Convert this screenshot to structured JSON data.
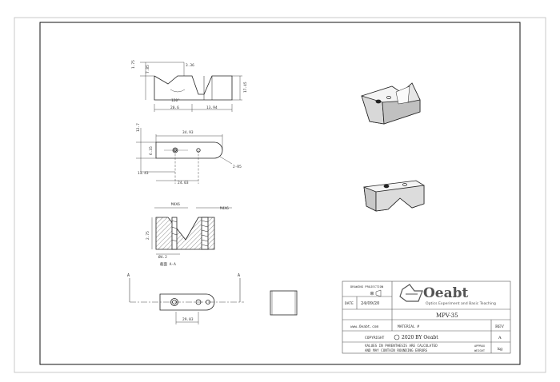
{
  "drawing": {
    "part_number": "MPV-35",
    "date_label": "DATE",
    "date": "24/09/20",
    "projection_label": "DRAWING PROJECTION",
    "website": "www.Oeabt.com",
    "material_label": "MATERIAL #",
    "rev_label": "REV",
    "rev_value": "A",
    "copyright": "COPYRIGHT",
    "copyright_owner": "2020 BY Oeabt",
    "note_line1": "VALUES IN PARENTHESIS ARE CALCULATED",
    "note_line2": "AND MAY CONTAIN ROUNDING ERRORS",
    "approx_weight_label_1": "APPROX",
    "approx_weight_label_2": "WEIGHT",
    "weight_unit": "kg",
    "logo_text": "Oeabt",
    "logo_tagline": "Optics Experiment and Basic Teaching"
  },
  "dimensions": {
    "top_1": "1.75",
    "top_2": "7.85",
    "top_3": "3.36",
    "right_height": "17.45",
    "angle": "120°",
    "bottom_1": "20.6",
    "bottom_2": "13.94",
    "mid_height": "12.7",
    "mid_width": "34.93",
    "mid_1": "6.35",
    "mid_2": "11.43",
    "mid_3": "24.03",
    "radius": "2-R5",
    "section_1": "M4X6",
    "section_2": "M4X6",
    "section_3": "2.75",
    "section_4": "Ø4.2",
    "section_label": "截面 A-A",
    "front_width": "29.03",
    "marker": "A"
  }
}
